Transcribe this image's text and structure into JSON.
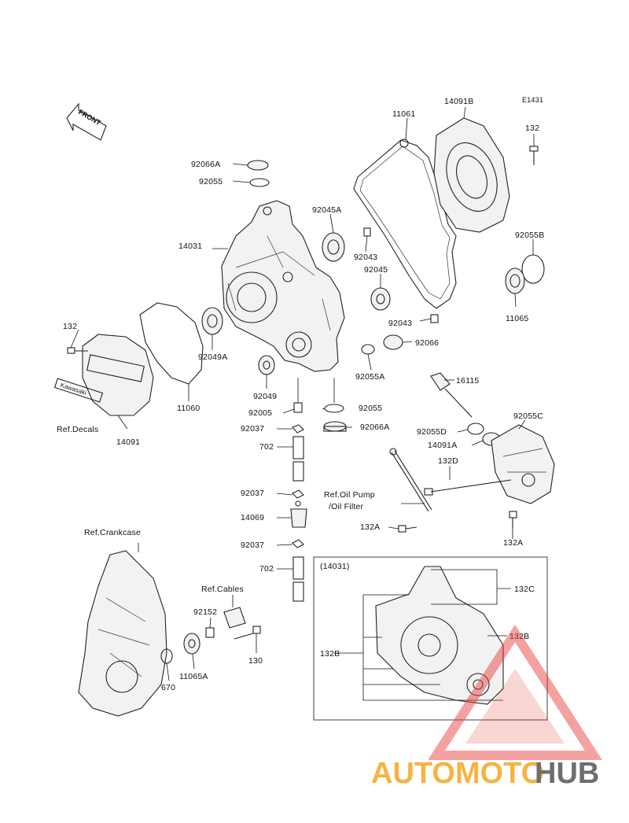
{
  "diagram_code": "E1431",
  "front_label": "FRONT",
  "decal_text": "Kawasaki",
  "inset_title": "(14031)",
  "labels": {
    "p11061": "11061",
    "p14091B": "14091B",
    "p132_top": "132",
    "p92066A_top": "92066A",
    "p92055_top": "92055",
    "p92045A": "92045A",
    "p14031": "14031",
    "p92043_a": "92043",
    "p92045": "92045",
    "p92055B": "92055B",
    "p11065": "11065",
    "p132_left": "132",
    "p92043_b": "92043",
    "p92066": "92066",
    "p92049A": "92049A",
    "p92055A": "92055A",
    "p16115": "16115",
    "p92049": "92049",
    "p11060": "11060",
    "p92055_mid": "92055",
    "p92005": "92005",
    "p92055C": "92055C",
    "ref_decals": "Ref.Decals",
    "p14091": "14091",
    "p92037_a": "92037",
    "p92066A_mid": "92066A",
    "p92055D": "92055D",
    "p14091A": "14091A",
    "p702_a": "702",
    "p132D": "132D",
    "ref_oil_pump": "Ref.Oil Pump",
    "ref_oil_filter": "/Oil Filter",
    "p92037_b": "92037",
    "p14069": "14069",
    "p132A_left": "132A",
    "p132A_right": "132A",
    "ref_crankcase": "Ref.Crankcase",
    "p92037_c": "92037",
    "p702_b": "702",
    "ref_cables": "Ref.Cables",
    "p92152": "92152",
    "p132C": "132C",
    "p132B_right": "132B",
    "p132B_left": "132B",
    "p130": "130",
    "p670": "670",
    "p11065A": "11065A"
  },
  "watermark": {
    "part1": "AUTOMOTO",
    "part2": "HUB",
    "color1": "#f5a623",
    "color2": "#555555",
    "triangle_color": "#e53935"
  }
}
